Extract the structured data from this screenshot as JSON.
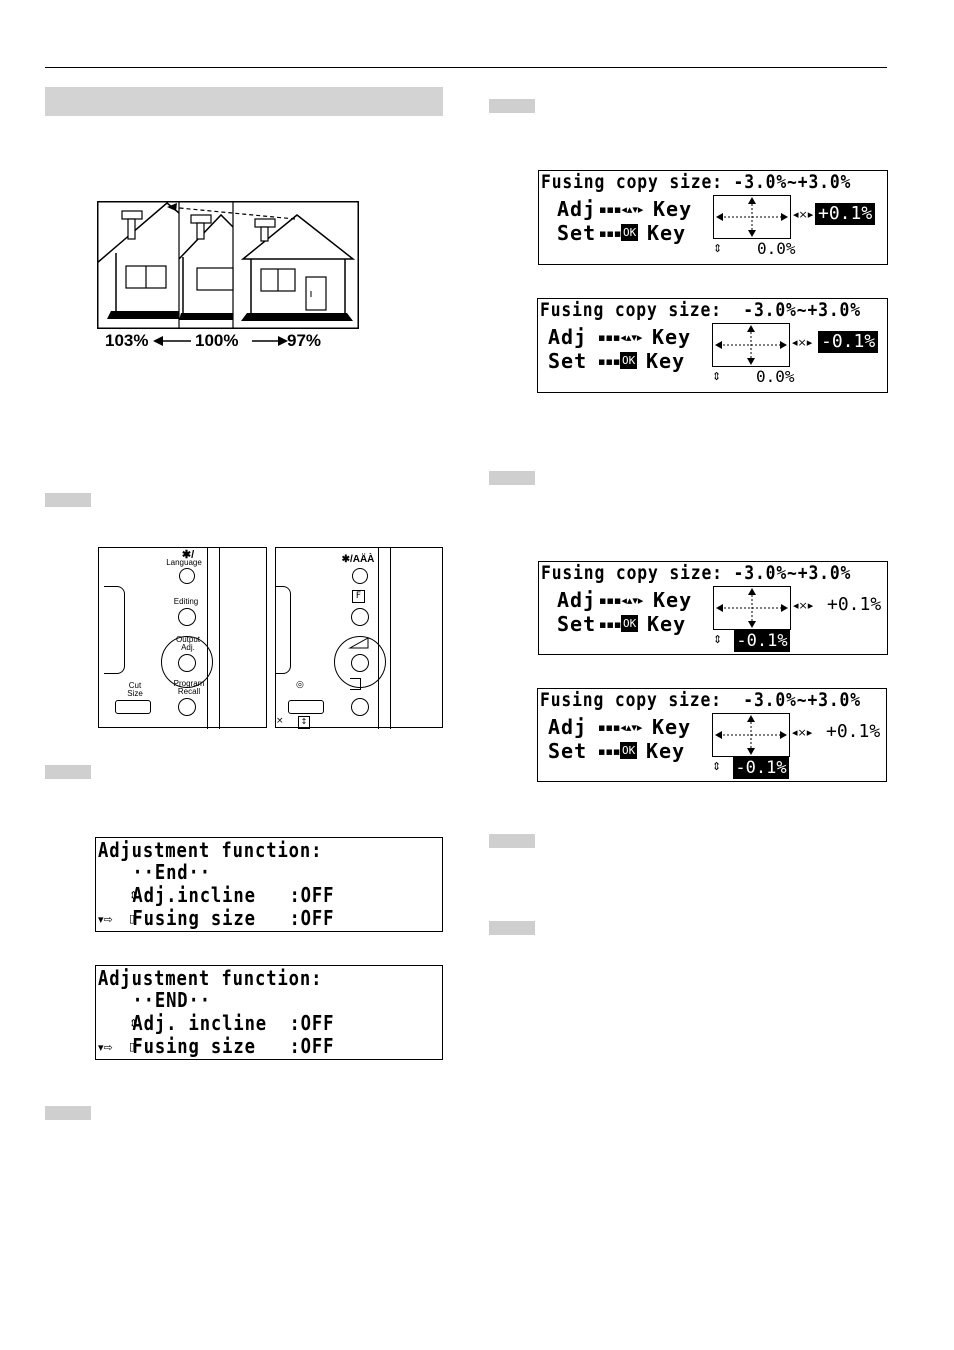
{
  "diagram": {
    "labels": [
      "103%",
      "100%",
      "97%"
    ]
  },
  "panel_left": {
    "language_label": "Language",
    "star_symbol": "✱/",
    "editing_label": "Editing",
    "output_adj_label": "Output\nAdj.",
    "cut_size_label": "Cut\nSize",
    "program_recall_label": "Program\nRecall"
  },
  "panel_right": {
    "star_label": "✱/AÄÀ",
    "f_label": "F"
  },
  "adjust_screens": [
    {
      "title": "Adjustment function:",
      "line1": "  ··End··",
      "line2": "  Adj.incline   :OFF",
      "line3": "  Fusing size   :OFF"
    },
    {
      "title": "Adjustment function:",
      "line1": "  ··END··",
      "line2": "  Adj. incline  :OFF",
      "line3": "  Fusing size   :OFF"
    }
  ],
  "fusing_screens": [
    {
      "title": "Fusing copy size: -3.0%~+3.0%",
      "adj": "Adj",
      "key": "Key",
      "set": "Set",
      "ok": "OK",
      "side": "+0.1%",
      "bottom": "0.0%"
    },
    {
      "title": "Fusing copy size:  -3.0%~+3.0%",
      "adj": "Adj",
      "key": "Key",
      "set": "Set",
      "ok": "OK",
      "side": "-0.1%",
      "bottom": "0.0%"
    },
    {
      "title": "Fusing copy size: -3.0%~+3.0%",
      "adj": "Adj",
      "key": "Key",
      "set": "Set",
      "ok": "OK",
      "side": "+0.1%",
      "bottom": "-0.1%"
    },
    {
      "title": "Fusing copy size:  -3.0%~+3.0%",
      "adj": "Adj",
      "key": "Key",
      "set": "Set",
      "ok": "OK",
      "side": "+0.1%",
      "bottom": "-0.1%"
    }
  ]
}
